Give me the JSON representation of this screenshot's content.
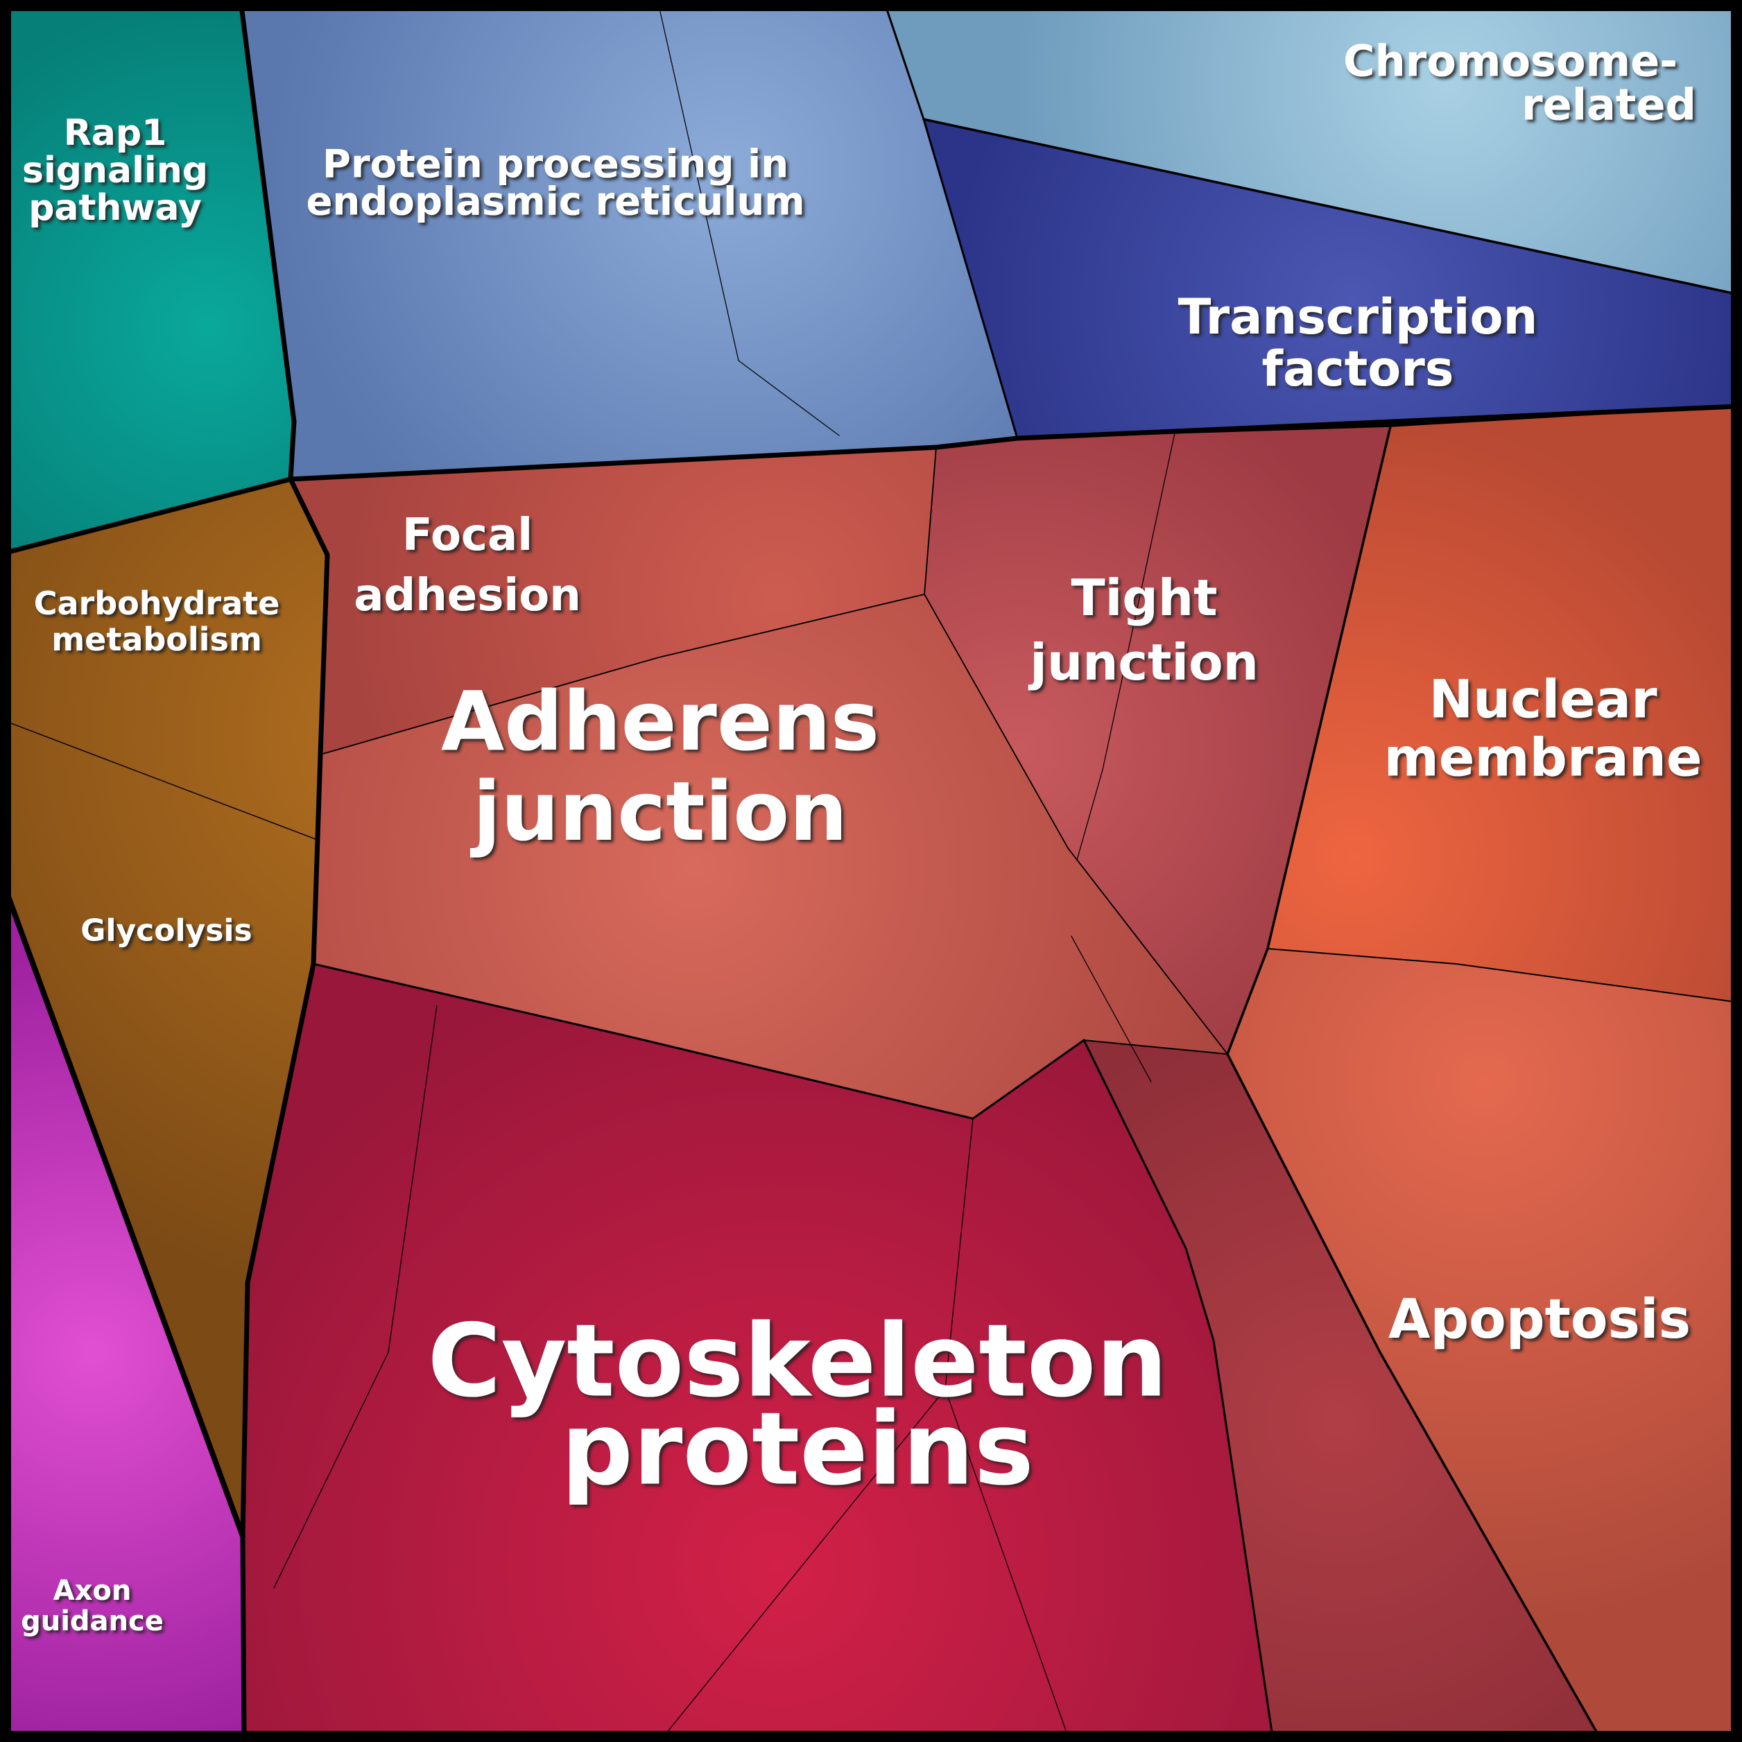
{
  "figure": {
    "kind": "voronoi-treemap",
    "description": "Polygonal (Voronoi) treemap of cellular pathway / protein categories; cell area proportional to category share",
    "background_color": "#000000",
    "border_color": "#000000",
    "label_color": "#ffffff"
  },
  "chart_data": {
    "type": "voronoi-treemap",
    "title": "",
    "legend": "none",
    "cells": [
      {
        "label": "Rap1 signaling pathway",
        "approx_area_pct": 4.8,
        "color_center": "#0aa89c",
        "color_edge": "#067f78"
      },
      {
        "label": "Protein processing in endoplasmic reticulum",
        "approx_area_pct": 10.0,
        "color_center": "#8cabd8",
        "color_edge": "#5a77ae"
      },
      {
        "label": "Chromosome-related",
        "approx_area_pct": 5.3,
        "color_center": "#a9d0e4",
        "color_edge": "#6f9cbd"
      },
      {
        "label": "Transcription factors",
        "approx_area_pct": 4.5,
        "color_center": "#4b57b2",
        "color_edge": "#2b3488"
      },
      {
        "label": "Carbohydrate metabolism",
        "approx_area_pct": 2.8,
        "color_center": "#b37020",
        "color_edge": "#7c4a15"
      },
      {
        "label": "Glycolysis",
        "approx_area_pct": 3.9,
        "color_center": "#b37020",
        "color_edge": "#7c4a15"
      },
      {
        "label": "Axon guidance",
        "approx_area_pct": 3.4,
        "color_center": "#e14fd2",
        "color_edge": "#9f22a0"
      },
      {
        "label": "Focal adhesion",
        "approx_area_pct": 4.8,
        "color_center": "#cd5c50",
        "color_edge": "#a8443f"
      },
      {
        "label": "Adherens junction",
        "approx_area_pct": 9.9,
        "color_center": "#d76a5c",
        "color_edge": "#ad4841"
      },
      {
        "label": "Tight junction",
        "approx_area_pct": 4.7,
        "color_center": "#c75a5e",
        "color_edge": "#9d3a43"
      },
      {
        "label": "Nuclear membrane",
        "approx_area_pct": 8.0,
        "color_center": "#ee6540",
        "color_edge": "#b84933"
      },
      {
        "label": "Apoptosis",
        "approx_area_pct": 8.8,
        "color_center": "#e4694f",
        "color_edge": "#af4a3a"
      },
      {
        "label": "Cytoskeleton proteins",
        "approx_area_pct": 18.4,
        "color_center": "#d22048",
        "color_edge": "#98173a"
      },
      {
        "label": "",
        "approx_area_pct": 1.9,
        "color_center": "#b03e46",
        "color_edge": "#8d2e38"
      }
    ]
  },
  "regions": {
    "rap1": {
      "color_center": "#0aa89c",
      "color_edge": "#067f78"
    },
    "er": {
      "color_center": "#8cabd8",
      "color_edge": "#5a77ae"
    },
    "chromosome": {
      "color_center": "#a9d0e4",
      "color_edge": "#6f9cbd"
    },
    "tf": {
      "color_center": "#4b57b2",
      "color_edge": "#2b3488"
    },
    "metabolism": {
      "color_center": "#b37020",
      "color_edge": "#7c4a15"
    },
    "axon": {
      "color_center": "#e14fd2",
      "color_edge": "#9f22a0"
    },
    "focal": {
      "color_center": "#cd5c50",
      "color_edge": "#a8443f"
    },
    "adherens": {
      "color_center": "#d76a5c",
      "color_edge": "#ad4841"
    },
    "tight": {
      "color_center": "#c75a5e",
      "color_edge": "#9d3a43"
    },
    "nuclear": {
      "color_center": "#ee6540",
      "color_edge": "#b84933"
    },
    "apoptosis": {
      "color_center": "#e4694f",
      "color_edge": "#af4a3a"
    },
    "cyto": {
      "color_center": "#d22048",
      "color_edge": "#98173a"
    },
    "subcell": {
      "color_center": "#b03e46",
      "color_edge": "#8d2e38"
    }
  },
  "labels": {
    "rap1": {
      "lines": [
        "Rap1",
        "signaling",
        "pathway"
      ]
    },
    "er": {
      "lines": [
        "Protein processing in",
        "endoplasmic reticulum"
      ]
    },
    "chromosome": {
      "lines": [
        "Chromosome-",
        "related"
      ]
    },
    "tf": {
      "lines": [
        "Transcription",
        "factors"
      ]
    },
    "focal": {
      "lines": [
        "Focal",
        "adhesion"
      ]
    },
    "tight": {
      "lines": [
        "Tight",
        "junction"
      ]
    },
    "adherens": {
      "lines": [
        "Adherens",
        "junction"
      ]
    },
    "nuclear": {
      "lines": [
        "Nuclear",
        "membrane"
      ]
    },
    "apoptosis": {
      "lines": [
        "Apoptosis"
      ]
    },
    "cyto": {
      "lines": [
        "Cytoskeleton",
        "proteins"
      ]
    },
    "carbohydrate": {
      "lines": [
        "Carbohydrate",
        "metabolism"
      ]
    },
    "glycolysis": {
      "lines": [
        "Glycolysis"
      ]
    },
    "axon": {
      "lines": [
        "Axon",
        "guidance"
      ]
    }
  }
}
